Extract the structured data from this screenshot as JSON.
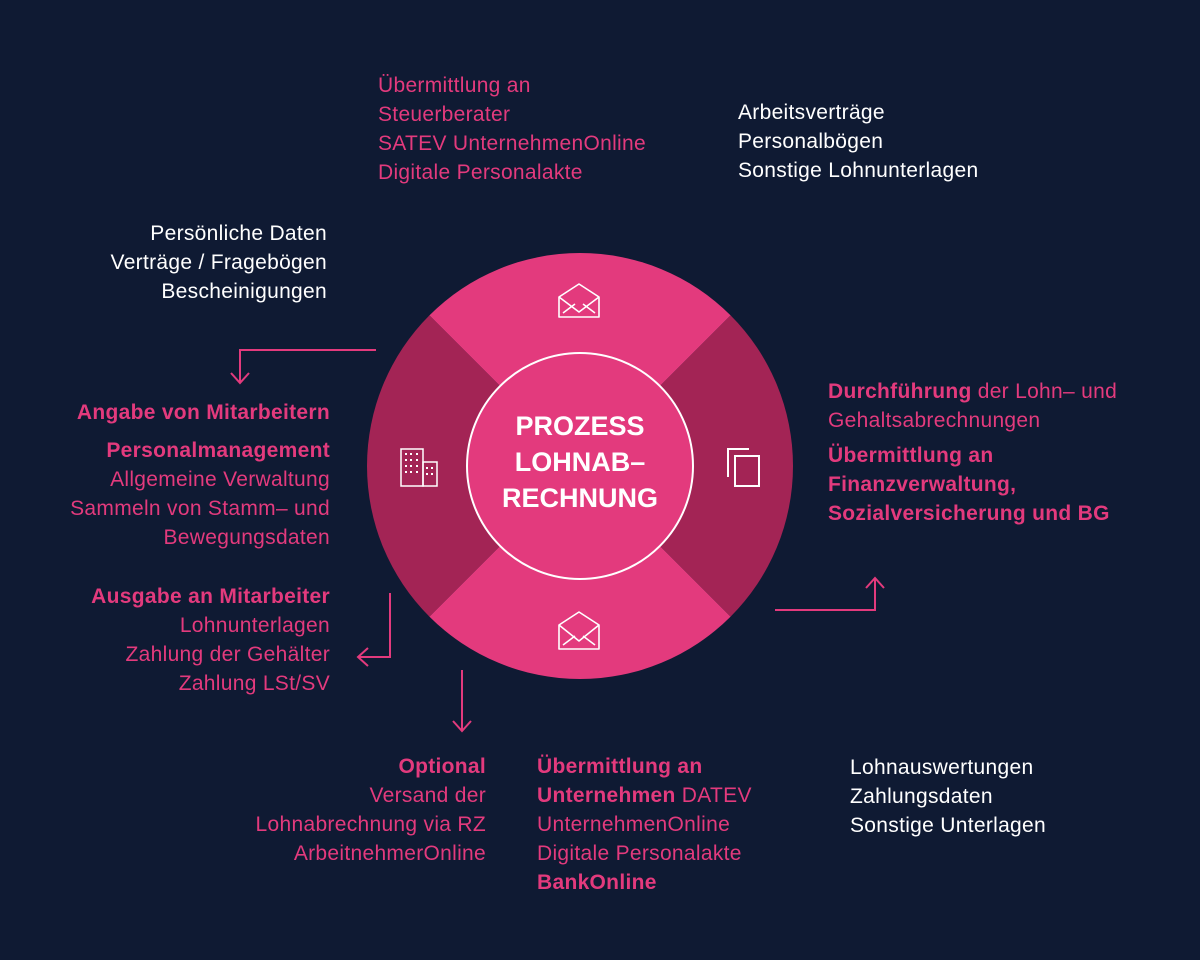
{
  "colors": {
    "background": "#0f1a33",
    "accent": "#e33a7d",
    "accent_dark": "#a32455",
    "text_light": "#ffffff"
  },
  "center": {
    "lines": [
      "PROZESS",
      "LOHNAB–",
      "RECHNUNG"
    ]
  },
  "icons": {
    "top": "envelope-icon",
    "bottom": "envelope-icon",
    "left": "building-icon",
    "right": "copy-documents-icon"
  },
  "top_pink": [
    "Übermittlung an",
    "Steuerberater",
    "SATEV UnternehmenOnline",
    "Digitale Personalakte"
  ],
  "top_white": [
    "Arbeitsverträge",
    "Personalbögen",
    "Sonstige Lohnunterlagen"
  ],
  "left_white": [
    "Persönliche Daten",
    "Verträge / Fragebögen",
    "Bescheinigungen"
  ],
  "left_pink": {
    "heading1": "Angabe von Mitarbeitern",
    "heading2": "Personalmanagement",
    "lines": [
      "Allgemeine Verwaltung",
      "Sammeln von Stamm– und",
      "Bewegungsdaten"
    ]
  },
  "left_bottom_pink": {
    "heading": "Ausgabe an Mitarbeiter",
    "lines": [
      "Lohnunterlagen",
      "Zahlung der Gehälter",
      "Zahlung LSt/SV"
    ]
  },
  "right_pink": {
    "line1_bold": "Durchführung",
    "line1_rest": " der Lohn– und",
    "line2": "Gehaltsabrechnungen",
    "bold_lines": [
      "Übermittlung an",
      "Finanzverwaltung,",
      "Sozialversicherung und BG"
    ]
  },
  "bottom_left_pink": {
    "heading": "Optional",
    "lines": [
      "Versand der",
      "Lohnabrechnung via RZ",
      "ArbeitnehmerOnline"
    ]
  },
  "bottom_mid_pink": {
    "line1_bold": "Übermittlung an",
    "line2_bold": "Unternehmen",
    "line2_rest": " DATEV",
    "line3": "UnternehmenOnline",
    "line4": "Digitale Personalakte",
    "line5_bold": "BankOnline"
  },
  "bottom_right_white": [
    "Lohnauswertungen",
    "Zahlungsdaten",
    "Sonstige Unterlagen"
  ]
}
